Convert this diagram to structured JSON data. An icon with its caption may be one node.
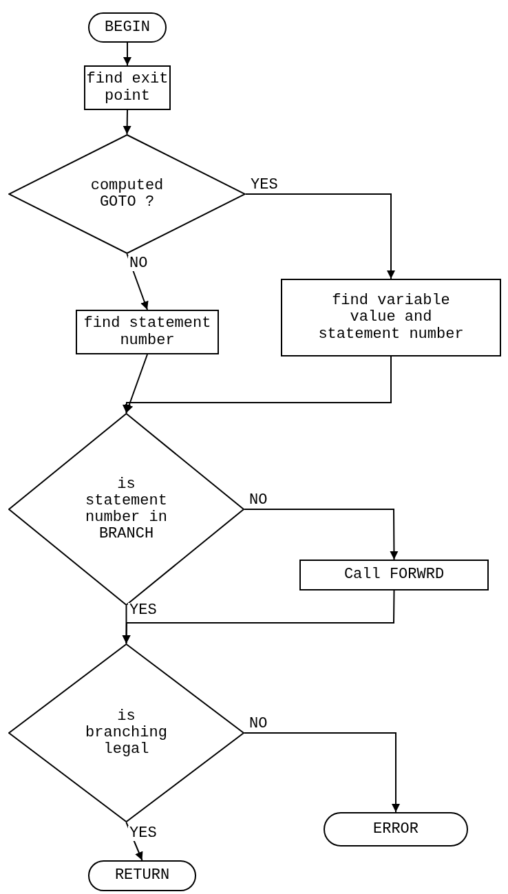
{
  "diagram": {
    "nodes": [
      {
        "text": [
          "BEGIN"
        ]
      },
      {
        "text": [
          "find exit point"
        ]
      },
      {
        "text": [
          "computed GOTO ?"
        ]
      },
      {
        "text": [
          "find variable value and statement number"
        ]
      },
      {
        "text": [
          "find statement number"
        ]
      },
      {
        "text": [
          "is statement number in BRANCH"
        ]
      },
      {
        "text": [
          "Call FORWRD"
        ]
      },
      {
        "text": [
          "is branching legal"
        ]
      },
      {
        "text": [
          "ERROR"
        ]
      },
      {
        "text": [
          "RETURN"
        ]
      }
    ],
    "edges": [
      {
        "from": 0,
        "to": 1,
        "arrow": "to"
      },
      {
        "from": 1,
        "to": 2,
        "arrow": "to"
      },
      {
        "from": 2,
        "to": 3,
        "arrow": "to",
        "label": "YES"
      },
      {
        "from": 2,
        "to": 4,
        "arrow": "to",
        "label": "NO"
      },
      {
        "from": 4,
        "to": 5,
        "arrow": "to"
      },
      {
        "from": 3,
        "to": 5,
        "arrow": "to"
      },
      {
        "from": 5,
        "to": 6,
        "arrow": "to",
        "label": "NO"
      },
      {
        "from": 5,
        "to": 7,
        "arrow": "to",
        "label": "YES"
      },
      {
        "from": 6,
        "to": 7,
        "arrow": "to"
      },
      {
        "from": 7,
        "to": 8,
        "arrow": "to",
        "label": "NO"
      },
      {
        "from": 7,
        "to": 9,
        "arrow": "to",
        "label": "YES"
      }
    ]
  }
}
